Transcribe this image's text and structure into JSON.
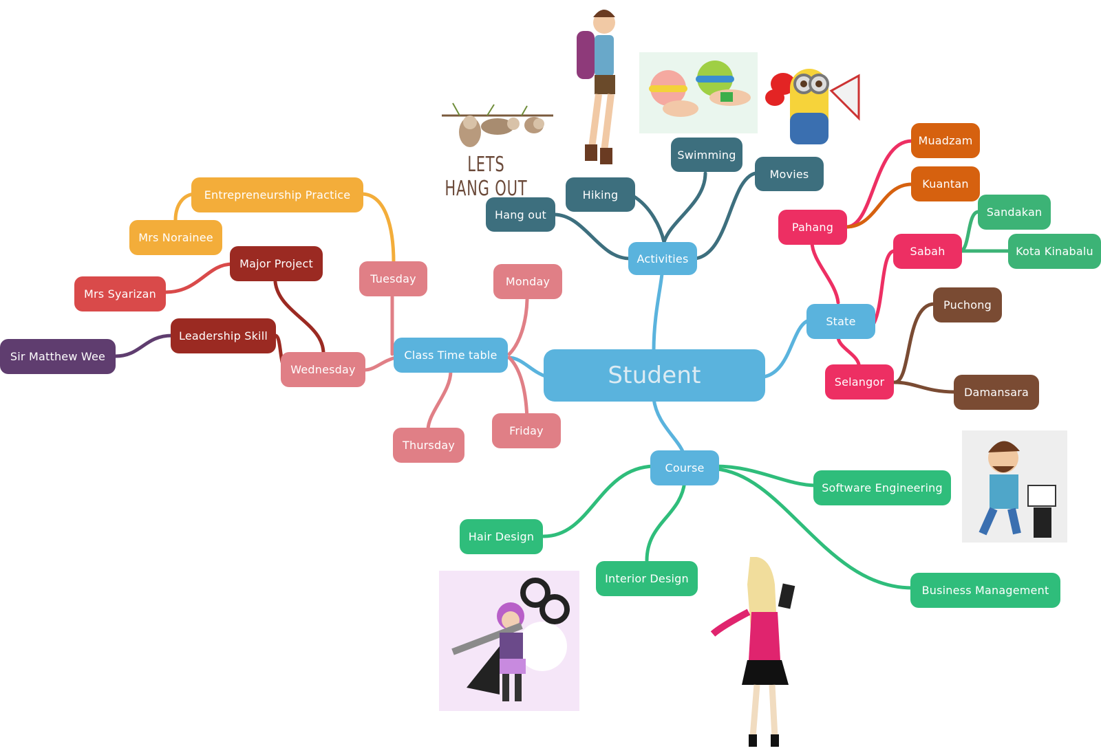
{
  "root": "Student",
  "branches": {
    "activities": {
      "label": "Activities",
      "children": [
        "Hang out",
        "Hiking",
        "Swimming",
        "Movies"
      ]
    },
    "timetable": {
      "label": "Class Time table",
      "monday": "Monday",
      "tuesday": {
        "label": "Tuesday",
        "subject": "Entrepreneurship Practice",
        "lecturer": "Mrs Norainee"
      },
      "wednesday": {
        "label": "Wednesday",
        "subjects": [
          {
            "subject": "Major Project",
            "lecturer": "Mrs Syarizan"
          },
          {
            "subject": "Leadership Skill",
            "lecturer": "Sir Matthew Wee"
          }
        ]
      },
      "thursday": "Thursday",
      "friday": "Friday"
    },
    "state": {
      "label": "State",
      "pahang": {
        "label": "Pahang",
        "cities": [
          "Muadzam",
          "Kuantan"
        ]
      },
      "sabah": {
        "label": "Sabah",
        "cities": [
          "Sandakan",
          "Kota Kinabalu"
        ]
      },
      "selangor": {
        "label": "Selangor",
        "cities": [
          "Puchong",
          "Damansara"
        ]
      }
    },
    "course": {
      "label": "Course",
      "children": [
        "Software Engineering",
        "Business Management",
        "Interior Design",
        "Hair Design"
      ]
    }
  },
  "images": {
    "hangout_caption": "LETS HANG OUT",
    "icons": [
      "sloth-illustration",
      "hiker-girl-illustration",
      "swimmers-illustration",
      "minion-illustration",
      "programmer-illustration",
      "hairdresser-illustration",
      "designer-woman-illustration"
    ]
  },
  "colors": {
    "root": "#5ab3dd",
    "activities": "#3d6f7e",
    "timetable": "#e07f86",
    "tuesday_branch": "#f3ad3a",
    "major_project": "#9b2a22",
    "syarizan": "#d94a4a",
    "matthew": "#5f3d6f",
    "state": "#ed2f63",
    "sabah": "#3cb376",
    "pahang": "#d6610f",
    "selangor": "#7a4b33",
    "course": "#2fbd7b"
  }
}
